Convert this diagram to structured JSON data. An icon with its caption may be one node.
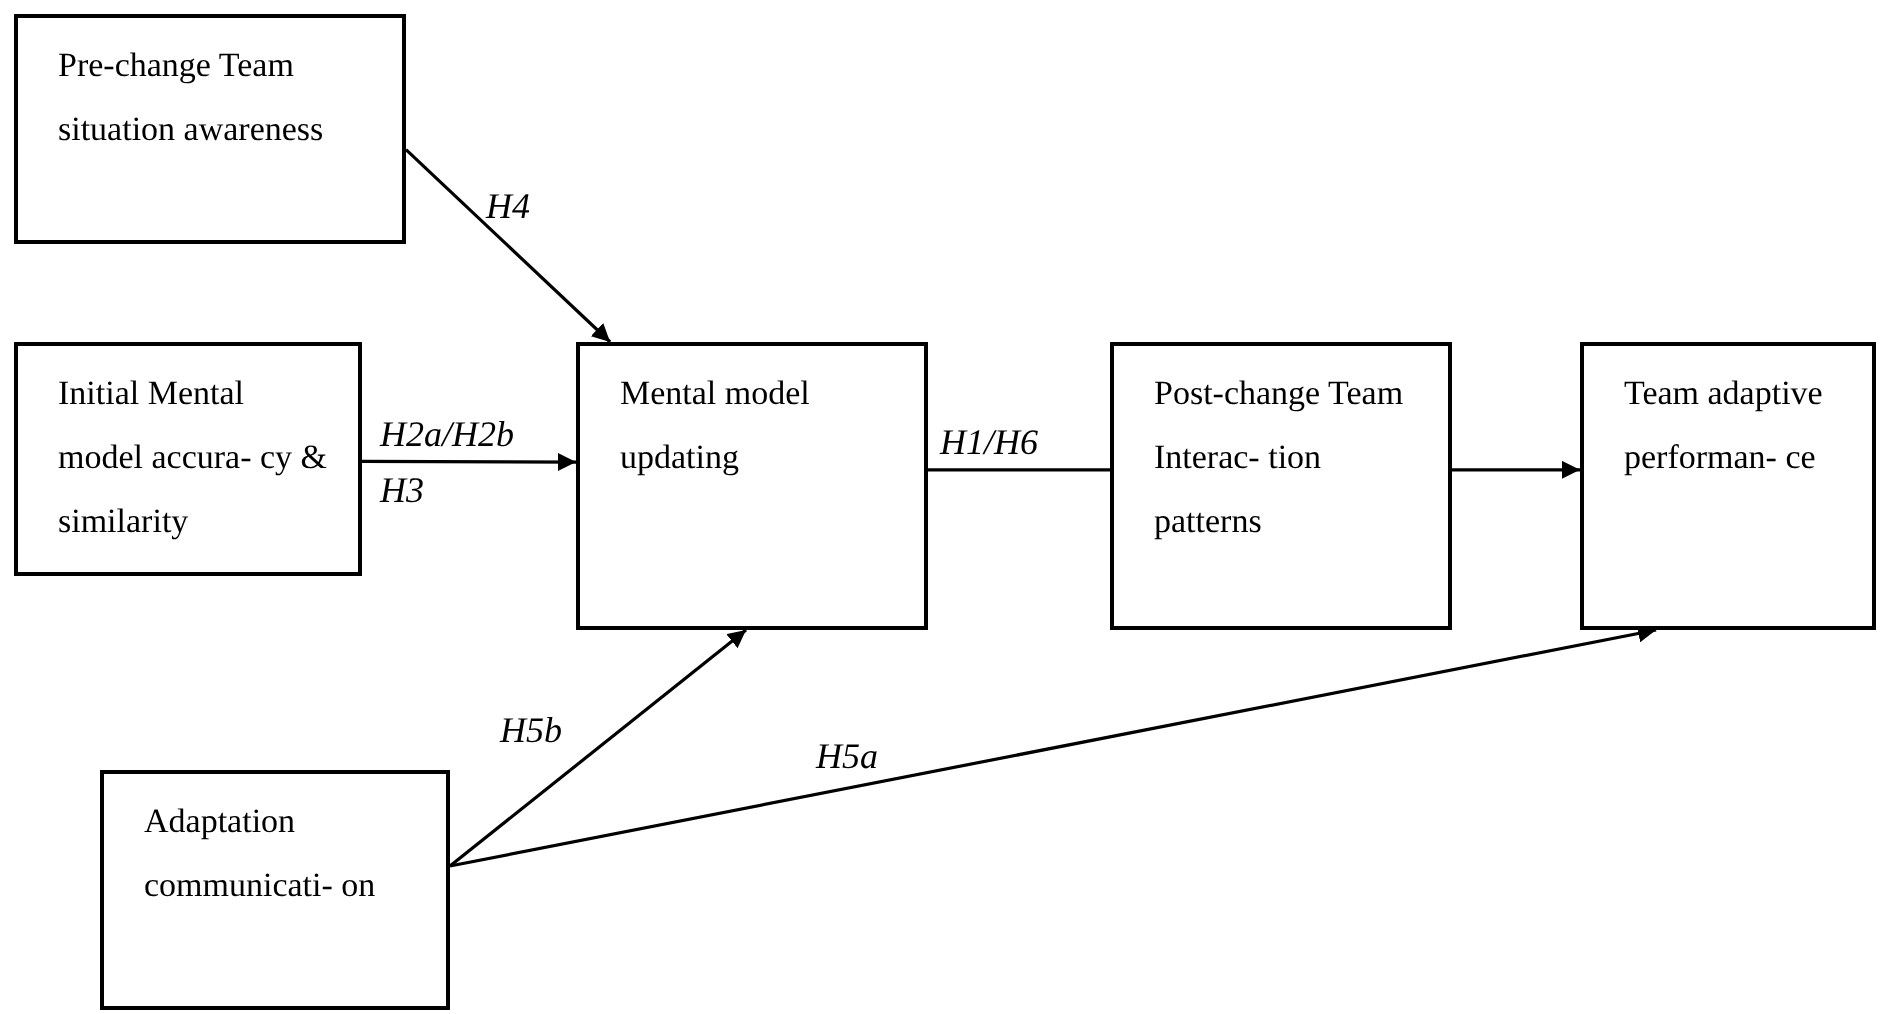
{
  "diagram": {
    "nodes": [
      {
        "text": [
          "Pre-change Team situation awareness"
        ]
      },
      {
        "text": [
          "Initial Mental model accura- cy & similarity"
        ]
      },
      {
        "text": [
          "Mental model updating"
        ]
      },
      {
        "text": [
          "Post-change Team Interac- tion patterns"
        ]
      },
      {
        "text": [
          "Team adaptive performan- ce"
        ]
      },
      {
        "text": [
          "Adaptation communicati- on"
        ]
      }
    ],
    "edges": [
      {
        "from": 0,
        "to": 2,
        "arrow": "to",
        "label": "H4"
      },
      {
        "from": 1,
        "to": 2,
        "arrow": "to",
        "label": "H2a/H2b"
      },
      {
        "from": 2,
        "to": 3,
        "arrow": "none",
        "label": "H1/H6"
      },
      {
        "from": 3,
        "to": 4,
        "arrow": "to"
      },
      {
        "from": 5,
        "to": 2,
        "arrow": "to",
        "label": "H5b"
      },
      {
        "from": 5,
        "to": 4,
        "arrow": "to",
        "label": "H5a"
      }
    ],
    "labels": [
      "H3"
    ]
  }
}
